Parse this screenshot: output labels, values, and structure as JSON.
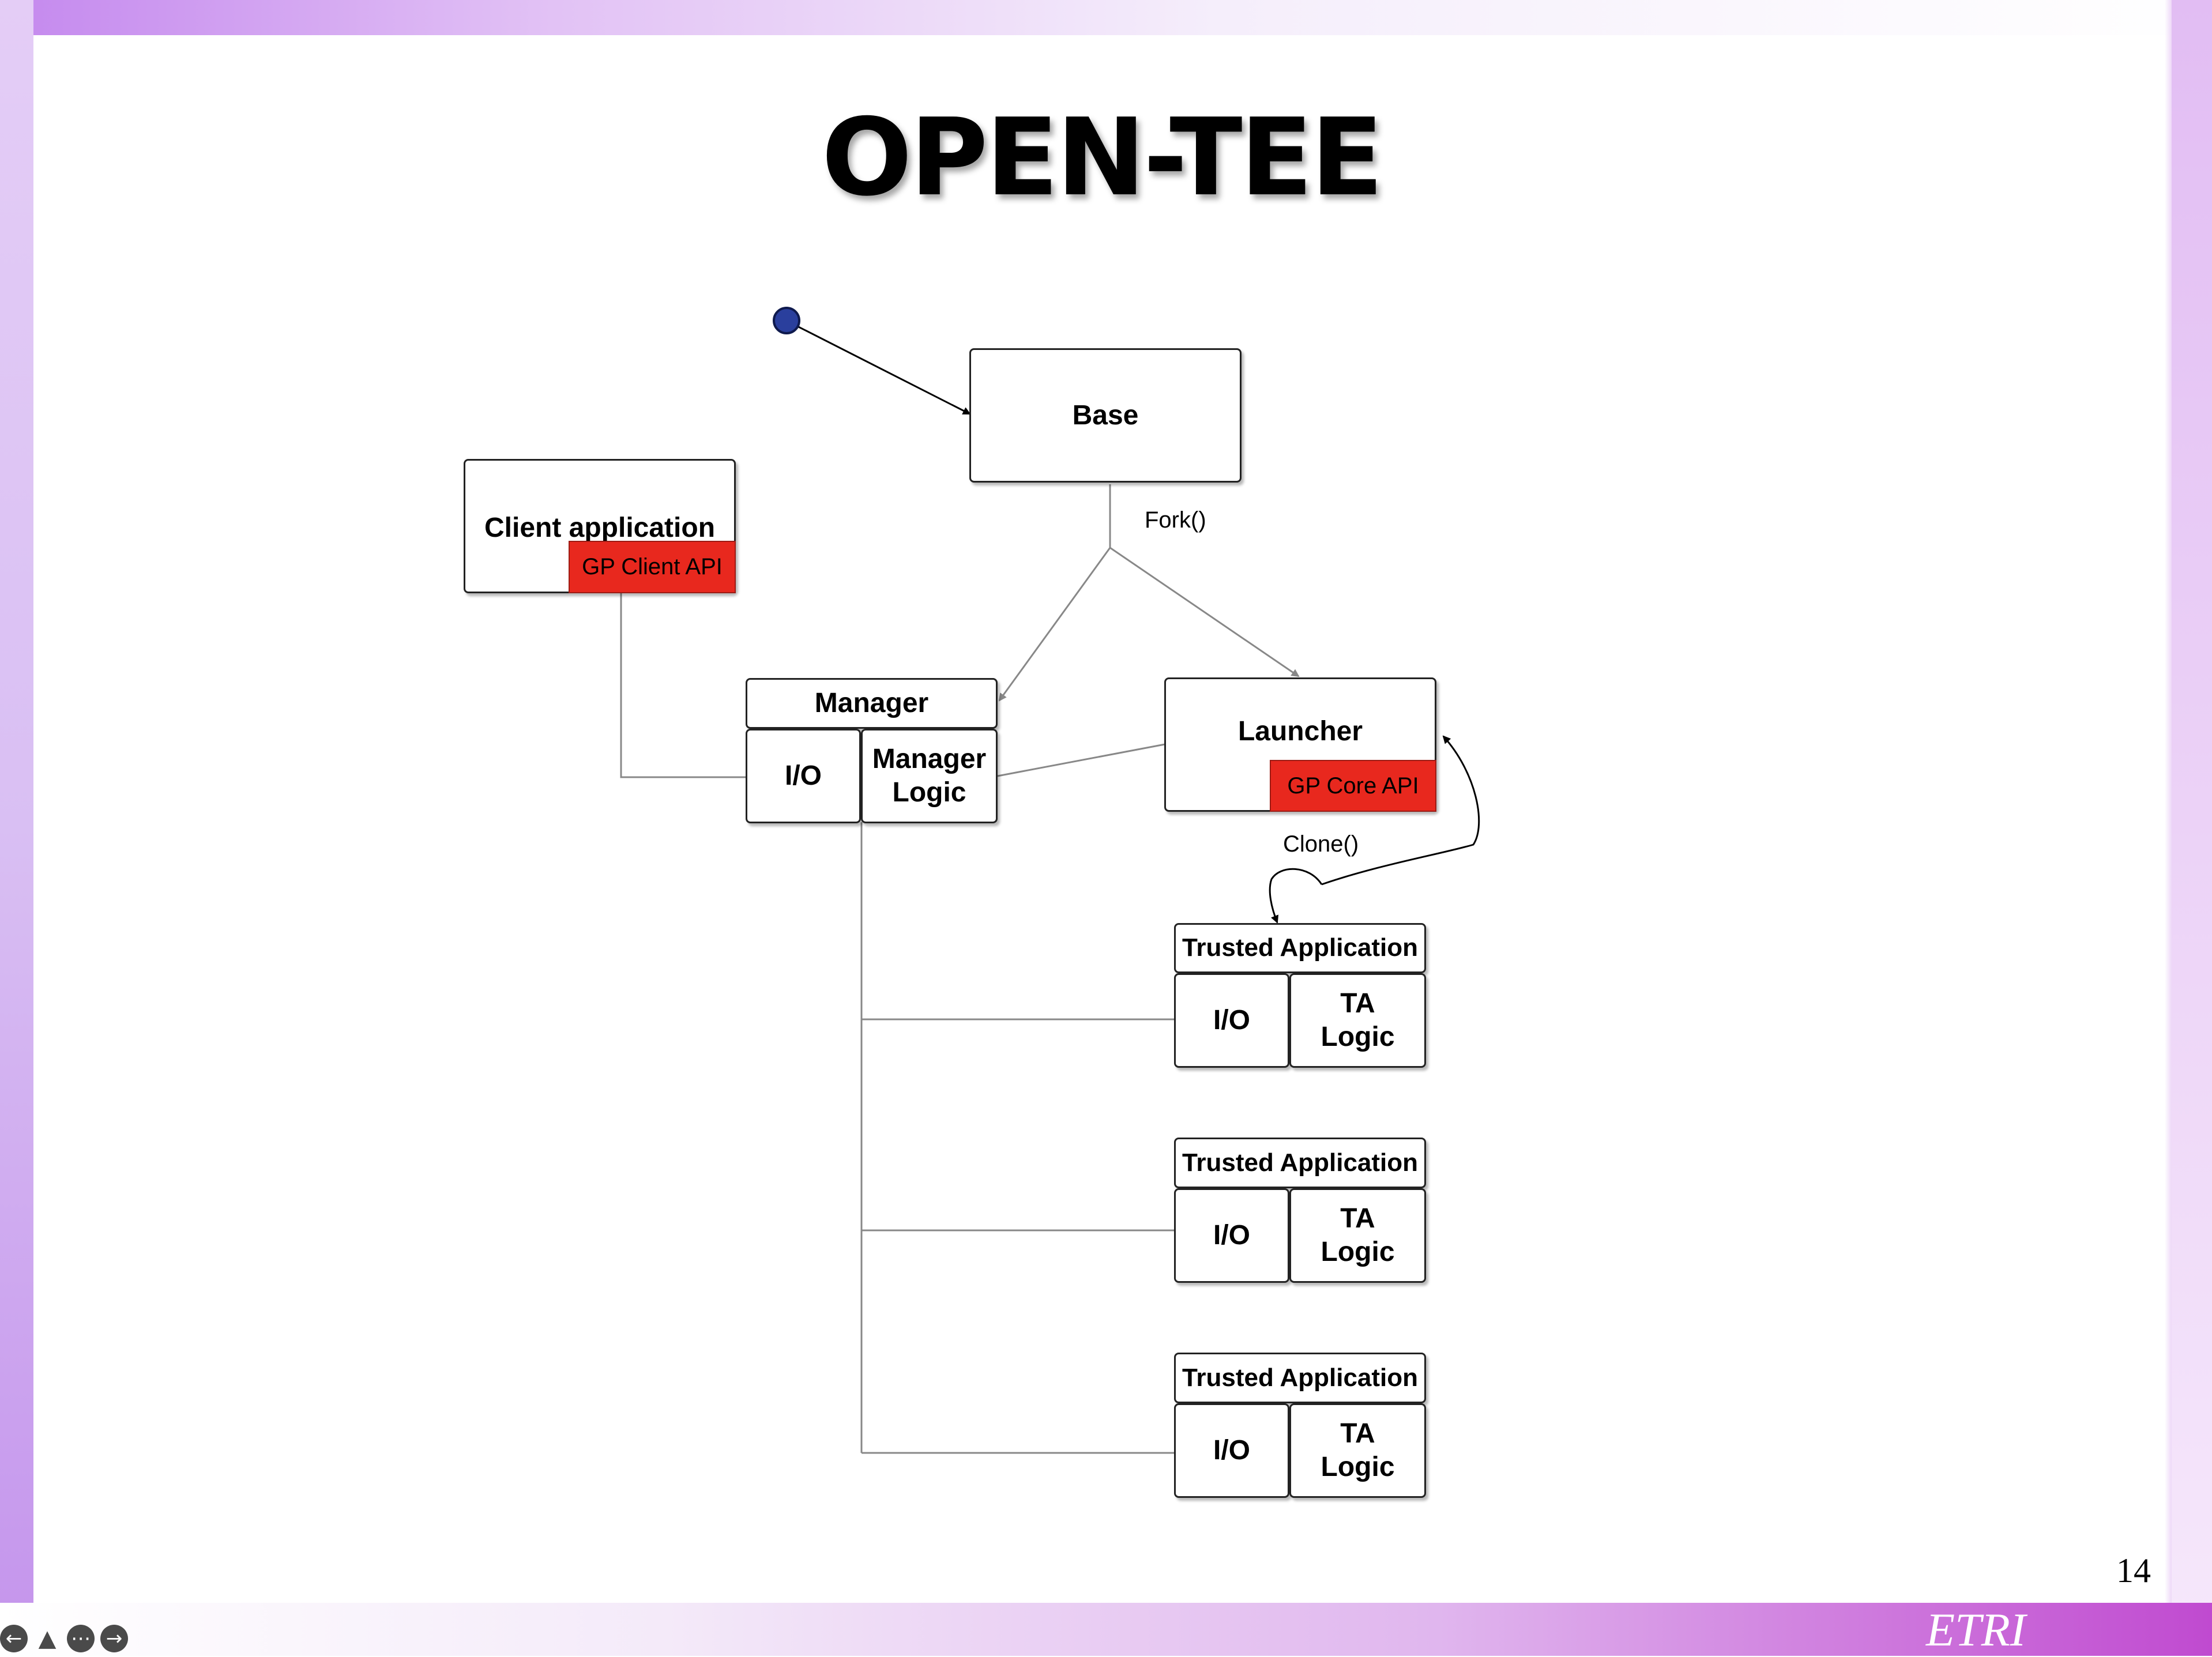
{
  "slide": {
    "title": "OPEN-TEE",
    "page_number": "14",
    "brand": "ETRI"
  },
  "diagram": {
    "base": "Base",
    "fork_label": "Fork()",
    "client_application": "Client application",
    "gp_client_api": "GP Client API",
    "manager": "Manager",
    "manager_io": "I/O",
    "manager_logic": "Manager Logic",
    "launcher": "Launcher",
    "gp_core_api": "GP Core API",
    "clone_label": "Clone()",
    "trusted_apps": [
      {
        "title": "Trusted Application",
        "io": "I/O",
        "logic": "TA Logic"
      },
      {
        "title": "Trusted Application",
        "io": "I/O",
        "logic": "TA Logic"
      },
      {
        "title": "Trusted Application",
        "io": "I/O",
        "logic": "TA Logic"
      }
    ]
  },
  "nav": {
    "icons": [
      "prev-icon",
      "pen-icon",
      "menu-icon",
      "next-icon"
    ]
  }
}
